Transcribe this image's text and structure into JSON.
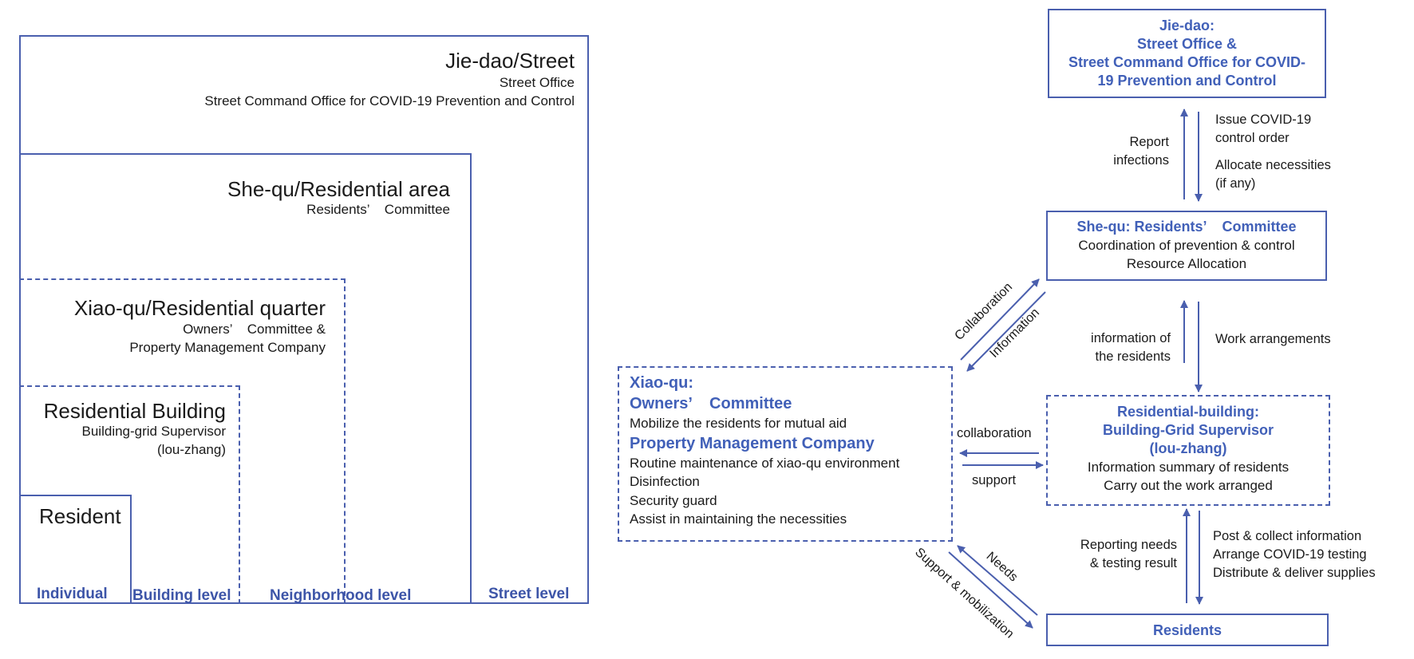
{
  "left_diagram": {
    "street": {
      "title": "Jie-dao/Street",
      "line1": "Street Office",
      "line2": "Street Command Office for COVID-19 Prevention and Control"
    },
    "shequ": {
      "title": "She-qu/Residential area",
      "line1": "Residents’    Committee"
    },
    "xiaoqu": {
      "title": "Xiao-qu/Residential quarter",
      "line1": "Owners’    Committee &",
      "line2": "Property Management Company"
    },
    "building": {
      "title": "Residential Building",
      "line1": "Building-grid Supervisor",
      "line2": "(lou-zhang)"
    },
    "resident": {
      "title": "Resident"
    },
    "levels": {
      "individual": "Individual",
      "building": "Building level",
      "neighborhood": "Neighborhood level",
      "street": "Street level"
    }
  },
  "right_diagram": {
    "jiedao_box": {
      "l1": "Jie-dao:",
      "l2": "Street Office &",
      "l3": "Street Command Office for COVID-",
      "l4": "19 Prevention and Control"
    },
    "shequ_box": {
      "title": "She-qu: Residents’    Committee",
      "l1": "Coordination of prevention & control",
      "l2": "Resource Allocation"
    },
    "xiaoqu_box": {
      "title": "Xiao-qu:",
      "owners": "Owners’    Committee",
      "owners_task": "Mobilize the residents for mutual aid",
      "pmc": "Property Management Company",
      "t1": "Routine maintenance of xiao-qu environment",
      "t2": "Disinfection",
      "t3": "Security guard",
      "t4": "Assist in maintaining the necessities"
    },
    "building_box": {
      "l1": "Residential-building:",
      "l2": "Building-Grid Supervisor",
      "l3": "(lou-zhang)",
      "l4": "Information summary of residents",
      "l5": "Carry out the work arranged"
    },
    "residents_box": {
      "title": "Residents"
    },
    "labels": {
      "report": "Report",
      "infections": "infections",
      "issue1": "Issue COVID-19",
      "issue2": "control order",
      "alloc1": "Allocate necessities",
      "alloc2": "(if any)",
      "info_of": "information of",
      "the_residents": "the residents",
      "work_arr": "Work arrangements",
      "collab_diag": "Collaboration",
      "info_diag": "Information",
      "collaboration": "collaboration",
      "support": "support",
      "reporting_needs": "Reporting needs",
      "testing_result": "& testing result",
      "post": "Post & collect information",
      "arrange": "Arrange COVID-19 testing",
      "distribute": "Distribute & deliver supplies",
      "needs": "Needs",
      "support_mob": "Support & mobilization"
    }
  },
  "colors": {
    "accent": "#4a5fae",
    "title_blue": "#4160b8",
    "text": "#1a1a1a"
  }
}
